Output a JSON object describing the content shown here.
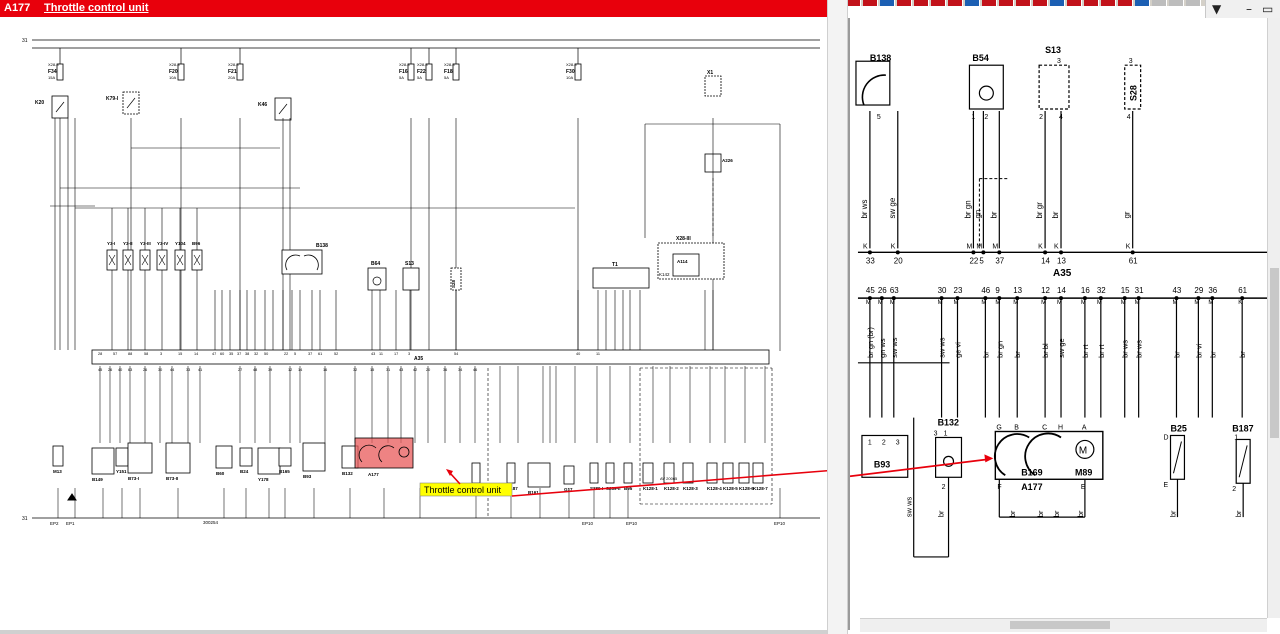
{
  "window": {
    "code": "A177",
    "title": "Throttle control unit",
    "minimize_glyph": "–",
    "restore_glyph": "▭",
    "dropdown_glyph": "▼"
  },
  "colors": {
    "title_bg": "#e8000c",
    "highlight_fill": "#e85a5a",
    "callout_bg": "#ffff00",
    "arrow": "#e8000c"
  },
  "icons": [
    "toolbar-button-icon",
    "dropdown-arrow-icon",
    "minimize-icon",
    "restore-icon",
    "ground-symbol-icon",
    "motor-icon",
    "resistor-icon"
  ],
  "left": {
    "rails": {
      "top": "31",
      "bottom": "31"
    },
    "fuses": [
      {
        "id": "F34",
        "sub": "X28-II",
        "amp": "15A"
      },
      {
        "id": "F20",
        "sub": "X28-II",
        "amp": "10A"
      },
      {
        "id": "F21",
        "sub": "X28-II",
        "amp": "20A"
      },
      {
        "id": "F16",
        "sub": "X28-II",
        "amp": "5A"
      },
      {
        "id": "F22",
        "sub": "X28-II",
        "amp": "5A"
      },
      {
        "id": "F18",
        "sub": "X28-II",
        "amp": "5A"
      },
      {
        "id": "F30",
        "sub": "X28-II",
        "amp": "10A"
      }
    ],
    "relays": [
      "K20",
      "K79-I",
      "K46"
    ],
    "connector_x1": "X1",
    "connector_a226": "A226",
    "module_t1": "T1",
    "module_x28": "X28-III",
    "module_a114": "A114",
    "label_k142": "K142",
    "upper_components": [
      "Y3-I",
      "Y3-II",
      "Y3-III",
      "Y3-IV",
      "Y104",
      "B96"
    ],
    "sensor_b138": "B138",
    "sensor_b64": "B64",
    "sensor_s13": "S13",
    "sensor_s28": "S28",
    "ecu_label": "A35",
    "ecu_pins_top": [
      "28",
      "57",
      "88",
      "58",
      "3",
      "15",
      "14",
      "47",
      "60",
      "35",
      "37",
      "38",
      "32",
      "50",
      "22",
      "5",
      "37",
      "61",
      "52",
      "43",
      "11",
      "17",
      "3",
      "54",
      "40",
      "11"
    ],
    "ecu_pins_bottom": [
      "45",
      "26",
      "40",
      "63",
      "26",
      "30",
      "44",
      "33",
      "41",
      "27",
      "48",
      "39",
      "12",
      "14",
      "16",
      "32",
      "15",
      "31",
      "43",
      "42",
      "20",
      "36",
      "34",
      "46"
    ],
    "lower_components": [
      {
        "id": "M13"
      },
      {
        "id": "B149"
      },
      {
        "id": "Y151"
      },
      {
        "id": "B73-I"
      },
      {
        "id": "B73-II"
      },
      {
        "id": "B60"
      },
      {
        "id": "B24"
      },
      {
        "id": "Y178"
      },
      {
        "id": "B165"
      },
      {
        "id": "B93"
      },
      {
        "id": "B132"
      },
      {
        "id": "A177"
      },
      {
        "id": "B25"
      },
      {
        "id": "B187"
      },
      {
        "id": "B161"
      },
      {
        "id": "G17"
      },
      {
        "id": "S289-I"
      },
      {
        "id": "S289-II"
      },
      {
        "id": "B95"
      },
      {
        "id": "K128-1"
      },
      {
        "id": "K128-2"
      },
      {
        "id": "K128-3"
      },
      {
        "id": "K128-4"
      },
      {
        "id": "K128-5"
      },
      {
        "id": "K128-6"
      },
      {
        "id": "K128-7"
      }
    ],
    "ep_labels": [
      "EP2",
      "EP1",
      "EP10",
      "EP10",
      "EP10"
    ],
    "doc_ref": "300254",
    "doc_ref_2": "AV 20065",
    "callout": "Throttle control unit"
  },
  "right": {
    "top_sensors": [
      {
        "id": "B138",
        "pin": "5"
      },
      {
        "id": "B54",
        "pins": [
          "1",
          "2"
        ]
      },
      {
        "id": "S13",
        "pins": [
          "2",
          "4",
          "3"
        ]
      },
      {
        "id": "S28",
        "pins": [
          "3",
          "4"
        ]
      }
    ],
    "top_wire_labels": [
      "br ws",
      "sw ge",
      "br gn",
      "gn",
      "br",
      "br gr",
      "br",
      "gr"
    ],
    "top_pin_types": [
      "K",
      "K",
      "M",
      "M",
      "M",
      "K",
      "K",
      "K"
    ],
    "top_pin_numbers": [
      "33",
      "20",
      "22",
      "5",
      "37",
      "14",
      "13",
      "61"
    ],
    "ecu_label": "A35",
    "lower_pin_types": [
      "M",
      "M",
      "M",
      "M",
      "M",
      "M",
      "M",
      "M",
      "M",
      "M",
      "M",
      "M",
      "M",
      "M",
      "M",
      "M",
      "M",
      "K"
    ],
    "lower_pin_numbers": [
      "45",
      "26",
      "63",
      "30",
      "23",
      "46",
      "9",
      "13",
      "12",
      "14",
      "16",
      "32",
      "15",
      "31",
      "43",
      "29",
      "36",
      "61"
    ],
    "lower_wire_labels": [
      "br gn (br)",
      "gn ws",
      "sw ws",
      "sw ws",
      "ge vi",
      "br",
      "br gn",
      "br",
      "br bl",
      "sw ge",
      "br rt",
      "br rt",
      "br ws",
      "br ws",
      "br",
      "br vi",
      "br",
      "br"
    ],
    "b93": {
      "id": "B93",
      "pins": [
        "1",
        "2",
        "3"
      ]
    },
    "b132": {
      "id": "B132",
      "pins": [
        "3",
        "1",
        "2"
      ]
    },
    "a177": {
      "id": "A177",
      "inner": "B169",
      "motor": "M89",
      "motor_glyph": "M",
      "pins_top": [
        "G",
        "B",
        "C",
        "H",
        "A"
      ],
      "pins_bottom": [
        "F",
        "E"
      ]
    },
    "b25": {
      "id": "B25",
      "pins": [
        "D",
        "E"
      ]
    },
    "b187": {
      "id": "B187",
      "pins": [
        "1",
        "2"
      ]
    },
    "bottom_wire_labels": [
      "br",
      "br",
      "sw ws",
      "br",
      "br",
      "br",
      "br",
      "br"
    ]
  }
}
